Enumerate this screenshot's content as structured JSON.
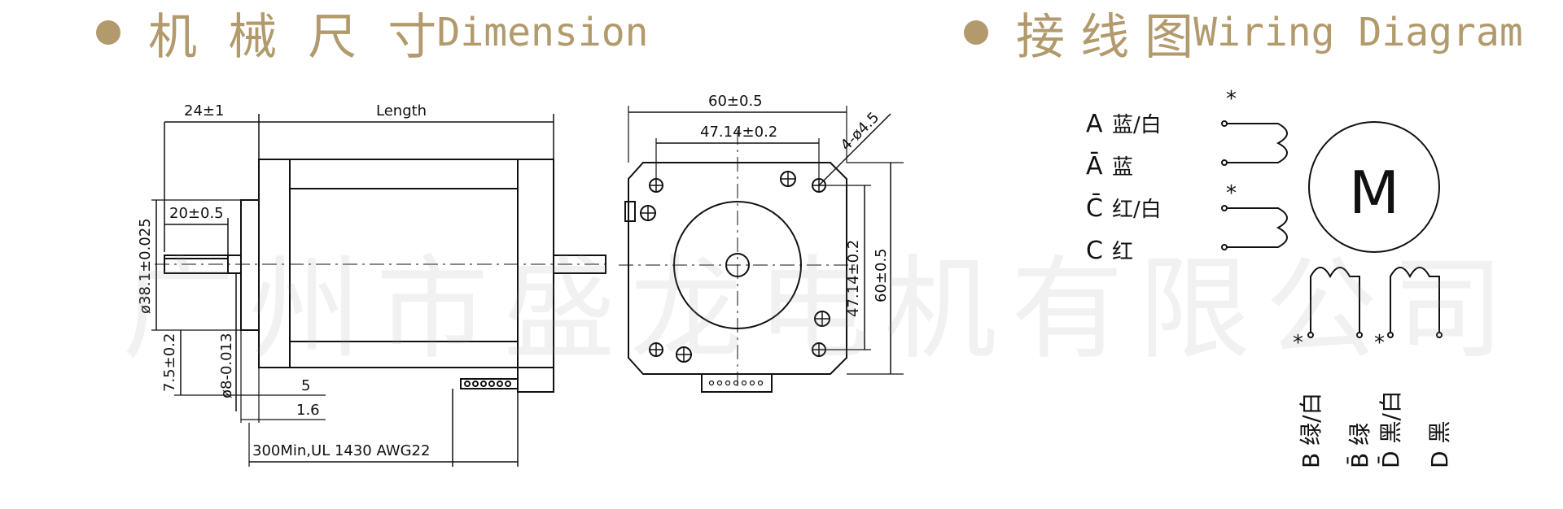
{
  "header_left": {
    "chinese": "机  械  尺  寸",
    "english": "Dimension"
  },
  "header_right": {
    "chinese": "接 线 图",
    "english": "Wiring Diagram"
  },
  "watermark": "广州市盛龙电机有限公司",
  "side_view": {
    "dim_shaft_length": "24±1",
    "dim_body_length": "Length",
    "dim_flat_length": "20±0.5",
    "dim_boss_diameter": "ø38.1±0.025",
    "dim_boss_height": "7.5±0.2",
    "dim_shaft_diameter": "ø8-0.013",
    "dim_offset_5": "5",
    "dim_offset_1_6": "1.6",
    "lead_spec": "300Min,UL 1430  AWG22"
  },
  "front_view": {
    "dim_width": "60±0.5",
    "dim_hole_spacing": "47.14±0.2",
    "dim_holes": "4-ø4.5",
    "dim_vertical_hole_spacing": "47.14±0.2",
    "dim_height": "60±0.5"
  },
  "wiring": {
    "motor_label": "M",
    "wires": [
      {
        "pin": "A",
        "color": "蓝/白"
      },
      {
        "pin": "Ā",
        "color": "蓝"
      },
      {
        "pin": "C̄",
        "color": "红/白"
      },
      {
        "pin": "C",
        "color": "红"
      }
    ],
    "bottom_wires": [
      {
        "pin": "B",
        "color": "绿/白"
      },
      {
        "pin": "B̄",
        "color": "绿"
      },
      {
        "pin": "D̄",
        "color": "黑/白"
      },
      {
        "pin": "D",
        "color": "黑"
      }
    ],
    "star_mark": "*"
  },
  "colors": {
    "header": "#b29a6c",
    "line": "#111111"
  }
}
